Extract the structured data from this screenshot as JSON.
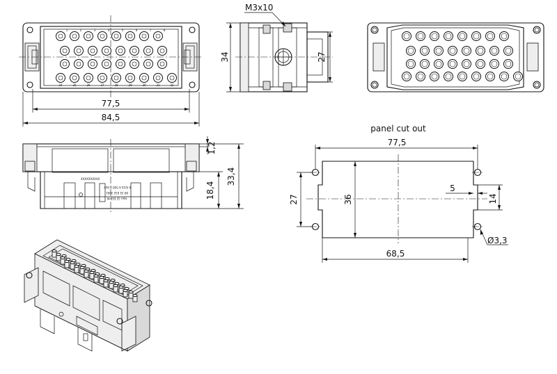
{
  "dimensions": {
    "width_outer": "84,5",
    "width_inner": "77,5",
    "screw": "M3x10",
    "side_height": "34",
    "side_inner": "27",
    "top_offset": "1,2",
    "front_height": "33,4",
    "front_lower": "18,4"
  },
  "panel": {
    "title": "panel cut out",
    "width": "77,5",
    "hole_spacing": "68,5",
    "height": "36",
    "hole_vertical": "27",
    "notch_depth": "5",
    "notch_width": "14",
    "hole_diameter": "Ø3,3"
  },
  "pin_labels": {
    "row_top": [
      "1",
      "2",
      "3",
      "4",
      "5",
      "6",
      "7",
      "8"
    ],
    "row_bottom": [
      "24",
      "25",
      "26",
      "27",
      "28",
      "29",
      "30",
      "31",
      "32"
    ]
  },
  "label_text": {
    "serial": "XXXXXXXXXX",
    "line1": "6 A/10 A 500 V 6kV",
    "line2": "09 33 032 3001",
    "line3": "Han 32 ESS M"
  },
  "colors": {
    "line": "#111111",
    "fill_light": "#eeeeee",
    "fill_mid": "#d9d9d9"
  }
}
